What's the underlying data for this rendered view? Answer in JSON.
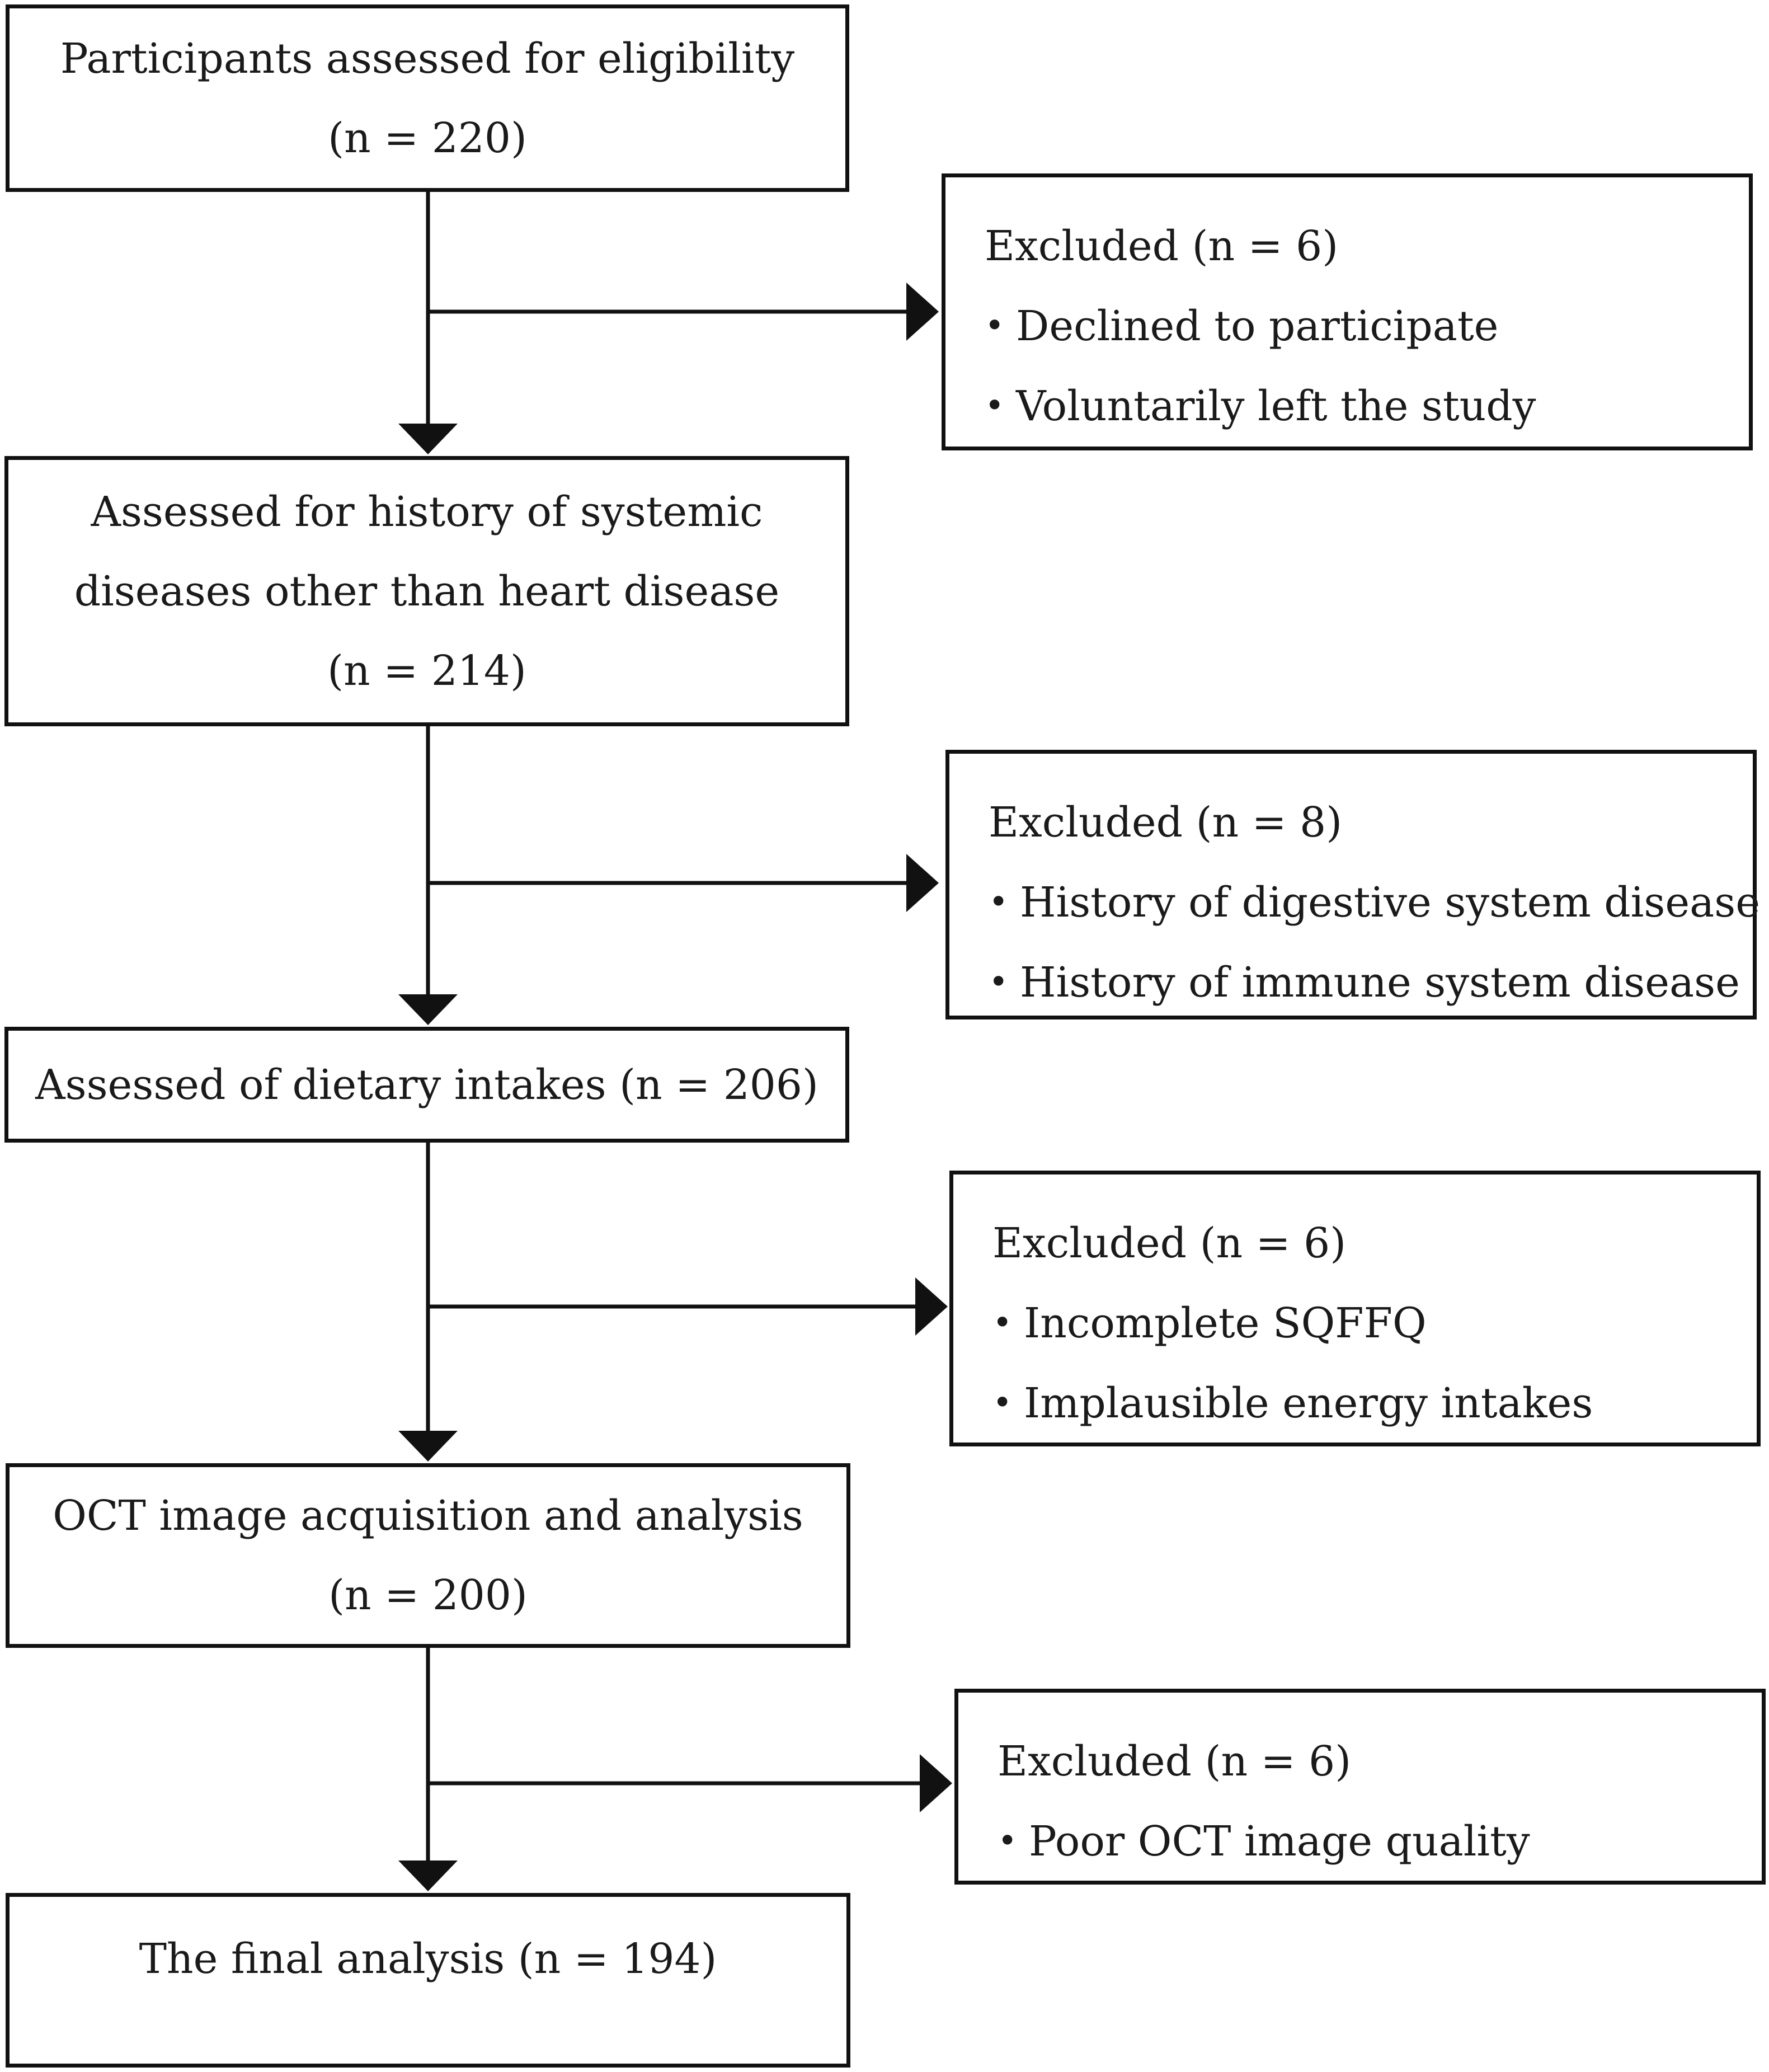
{
  "flow": {
    "stage_1": {
      "lines": [
        "Participants assessed for eligibility",
        "(n = 220)"
      ]
    },
    "stage_2": {
      "lines": [
        "Assessed for history of systemic",
        "diseases other than heart disease",
        "(n = 214)"
      ]
    },
    "stage_3": {
      "lines": [
        "Assessed of dietary intakes (n = 206)"
      ]
    },
    "stage_4": {
      "lines": [
        "OCT image acquisition and analysis",
        "(n = 200)"
      ]
    },
    "stage_5": {
      "lines": [
        "The final analysis (n = 194)"
      ]
    },
    "exclusion_1": {
      "title": "Excluded (n = 6)",
      "items": [
        "Declined to participate",
        "Voluntarily left the study"
      ]
    },
    "exclusion_2": {
      "title": "Excluded (n = 8)",
      "items": [
        "History of digestive system disease",
        "History of immune system disease"
      ]
    },
    "exclusion_3": {
      "title": "Excluded (n = 6)",
      "items": [
        "Incomplete SQFFQ",
        "Implausible energy intakes"
      ]
    },
    "exclusion_4": {
      "title": "Excluded (n = 6)",
      "items": [
        "Poor OCT image quality"
      ]
    },
    "bullet_glyph": "•"
  }
}
